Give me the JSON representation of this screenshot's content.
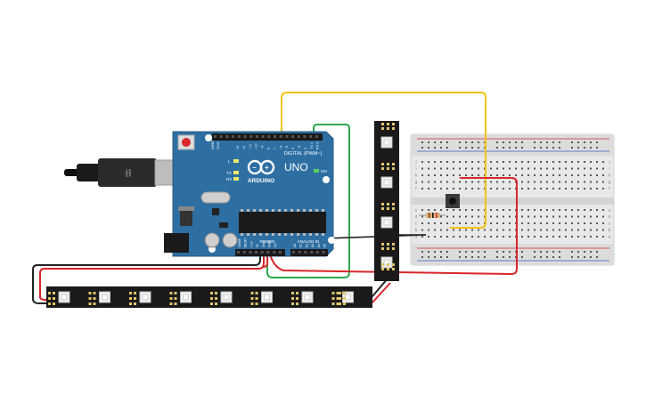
{
  "arduino": {
    "model_label": "UNO",
    "brand_label": "ARDUINO",
    "digital_header_label": "DIGITAL (PWM~)",
    "power_header_label": "POWER",
    "analog_header_label": "ANALOG IN",
    "on_label": "ON",
    "tx_label": "TX",
    "rx_label": "RX",
    "l_label": "L",
    "aref_label": "AREF",
    "gnd_label": "GND",
    "digital_pins": [
      "13",
      "12",
      "~11",
      "~10",
      "~9",
      "8",
      "7",
      "~6",
      "~5",
      "4",
      "~3",
      "2",
      "TX 1",
      "RX 0"
    ],
    "power_pins": [
      "IOREF",
      "RESET",
      "3.3V",
      "5V",
      "GND",
      "GND",
      "Vin"
    ],
    "analog_pins": [
      "A0",
      "A1",
      "A2",
      "A3",
      "A4",
      "A5"
    ]
  },
  "breadboard": {
    "columns": 30,
    "row_letters_top": [
      "j",
      "i",
      "h",
      "g",
      "f"
    ],
    "row_letters_bottom": [
      "e",
      "d",
      "c",
      "b",
      "a"
    ]
  },
  "led_strip": {
    "horizontal_count": 8,
    "vertical_count": 4
  },
  "colors": {
    "arduino_board": "#2d6fa3",
    "wire_yellow": "#f2c318",
    "wire_green": "#2fa84f",
    "wire_red": "#d8262a",
    "wire_black": "#222222",
    "strip": "#1a1a1a",
    "breadboard": "#e6e6e6"
  }
}
